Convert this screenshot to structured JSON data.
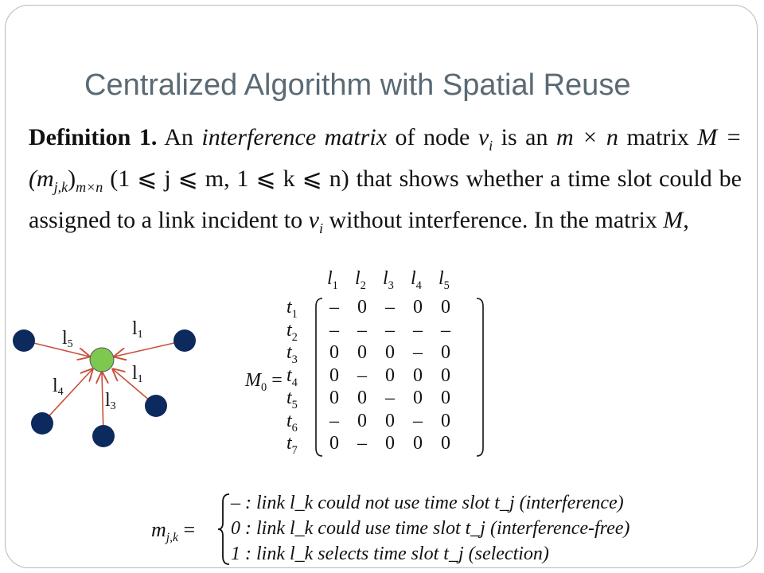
{
  "slide": {
    "title": "Centralized Algorithm with Spatial Reuse"
  },
  "definition": {
    "label": "Definition 1.",
    "text_1": " An ",
    "term": "interference matrix",
    "text_2": " of node ",
    "node": "v",
    "node_sub": "i",
    "text_3": " is an ",
    "dims": "m × n",
    "text_4": " matrix ",
    "matrix_expr": "M = (m",
    "matrix_sub": "j,k",
    "matrix_close": ")",
    "matrix_dim_sub": "m×n",
    "range": " (1 ⩽ j ⩽ m, 1 ⩽ k ⩽ n)",
    "text_5": " that shows whether a time slot could be assigned to a link incident to ",
    "node2": "v",
    "node2_sub": "i",
    "text_6": " without interference. In the matrix ",
    "matrix_name": "M",
    "text_7": ","
  },
  "graph": {
    "links": [
      "l1",
      "l5",
      "l4",
      "l3",
      "l1"
    ],
    "center_color": "#7ec850",
    "node_color": "#0d2a5e",
    "edge_color": "#c8503a"
  },
  "matrix": {
    "name": "M",
    "name_sub": "0",
    "equals": "=",
    "col_headers": [
      "l1",
      "l2",
      "l3",
      "l4",
      "l5"
    ],
    "row_headers": [
      "t1",
      "t2",
      "t3",
      "t4",
      "t5",
      "t6",
      "t7"
    ],
    "rows": [
      [
        "–",
        "0",
        "–",
        "0",
        "0"
      ],
      [
        "–",
        "–",
        "–",
        "–",
        "–"
      ],
      [
        "0",
        "0",
        "0",
        "–",
        "0"
      ],
      [
        "0",
        "–",
        "0",
        "0",
        "0"
      ],
      [
        "0",
        "0",
        "–",
        "0",
        "0"
      ],
      [
        "–",
        "0",
        "0",
        "–",
        "0"
      ],
      [
        "0",
        "–",
        "0",
        "0",
        "0"
      ]
    ]
  },
  "cases": {
    "lhs": "m",
    "lhs_sub": "j,k",
    "lhs_eq": " =",
    "rows": [
      "– : link l_k could not use time slot t_j (interference)",
      "0 : link l_k could use time slot t_j (interference-free)",
      "1 : link l_k selects time slot t_j (selection)"
    ]
  }
}
